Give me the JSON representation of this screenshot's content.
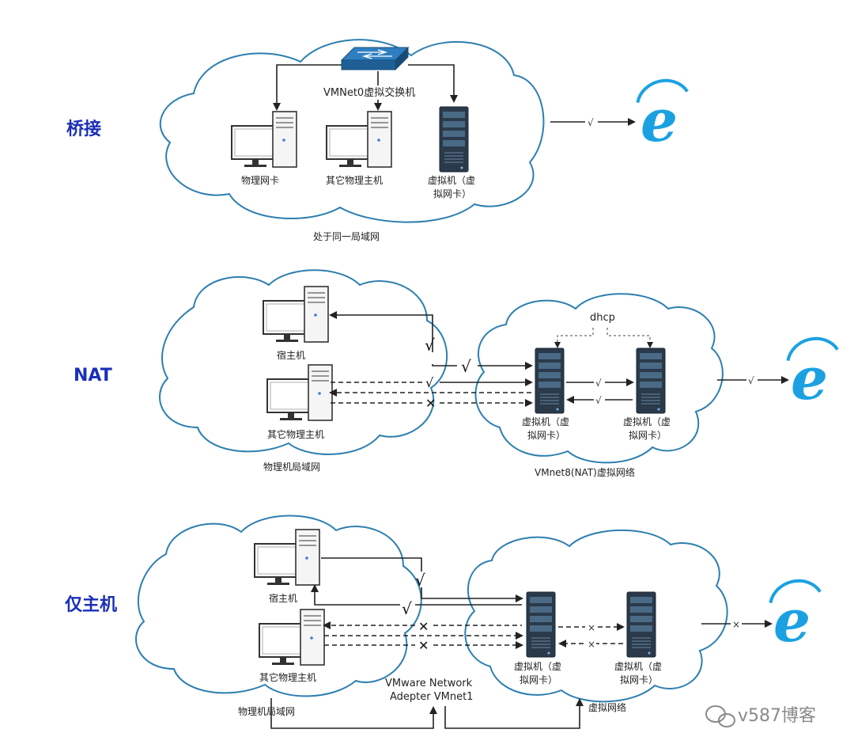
{
  "bridge": {
    "title": "桥接",
    "switch_label": "VMNet0虚拟交换机",
    "host1_label": "物理网卡",
    "host2_label": "其它物理主机",
    "vm_label_line1": "虚拟机（虚",
    "vm_label_line2": "拟网卡）",
    "lan_label": "处于同一局域网",
    "internet_mark": "√"
  },
  "nat": {
    "title": "NAT",
    "host_label": "宿主机",
    "other_host_label": "其它物理主机",
    "physical_lan_label": "物理机局域网",
    "dhcp_label": "dhcp",
    "vm1_label_line1": "虚拟机（虚",
    "vm1_label_line2": "拟网卡）",
    "vm2_label_line1": "虚拟机（虚",
    "vm2_label_line2": "拟网卡）",
    "virtual_net_label": "VMnet8(NAT)虚拟网络",
    "check": "√",
    "cross": "✕"
  },
  "hostonly": {
    "title": "仅主机",
    "host_label": "宿主机",
    "other_host_label": "其它物理主机",
    "physical_lan_label": "物理机局域网",
    "adapter_line1": "VMware Network",
    "adapter_line2": "Adepter VMnet1",
    "vm1_label_line1": "虚拟机（虚",
    "vm1_label_line2": "拟网卡）",
    "vm2_label_line1": "虚拟机（虚",
    "vm2_label_line2": "拟网卡）",
    "virtual_net_label": "虚拟网络",
    "check": "√",
    "cross": "✕",
    "small_cross": "×"
  },
  "watermark": "v587博客",
  "colors": {
    "title_blue": "#1a2fb8",
    "cloud_stroke": "#2d7fb0",
    "ie_blue": "#1ba1e2",
    "server_dark": "#2b3a4a"
  },
  "icons": [
    "switch-icon",
    "desktop-pc-icon",
    "server-icon",
    "internet-explorer-icon",
    "wechat-icon"
  ]
}
